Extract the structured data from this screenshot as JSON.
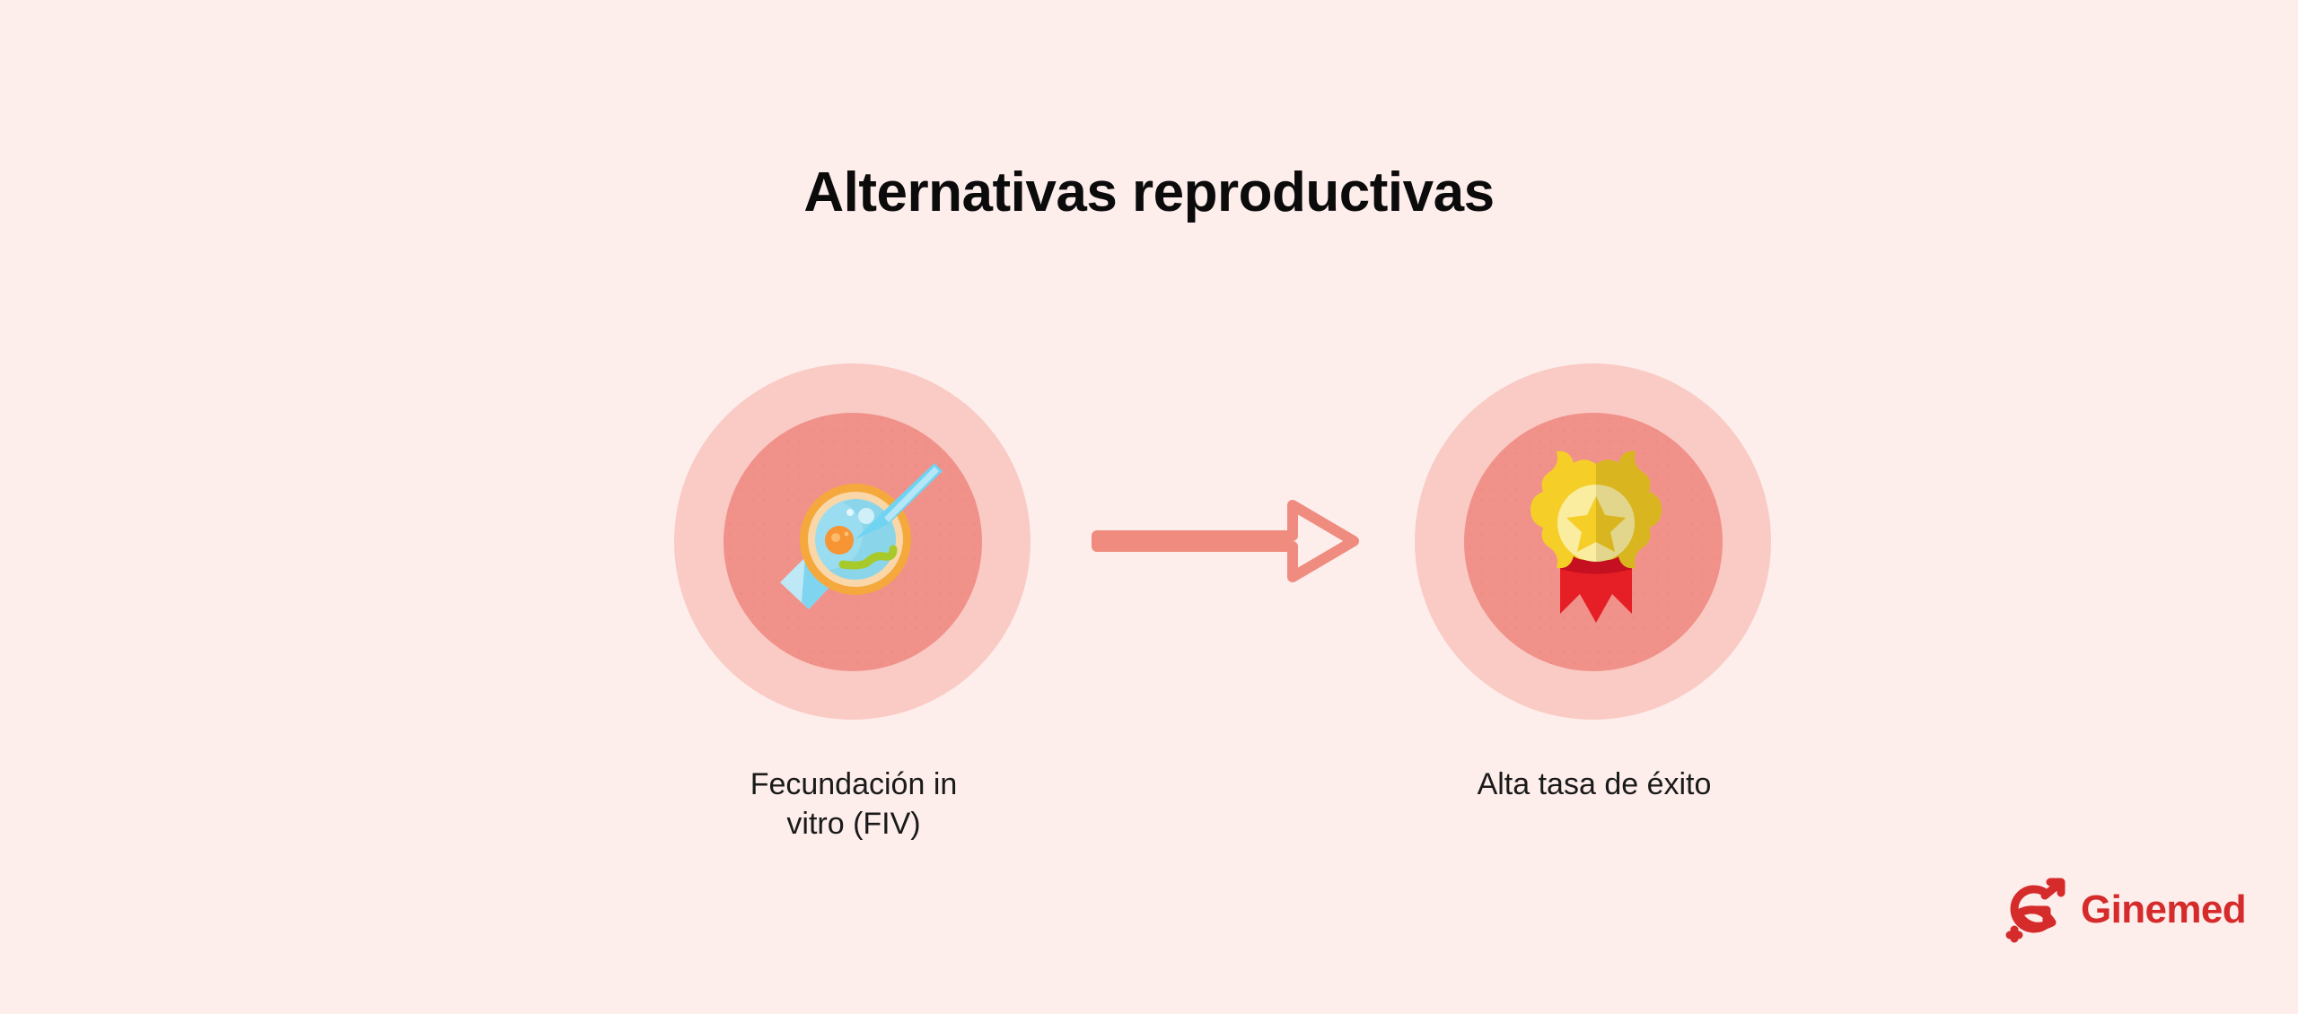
{
  "slide": {
    "title": "Alternativas reproductivas",
    "background_color": "#FDEEEC"
  },
  "theme": {
    "title_color": "#0B0B0B",
    "label_color": "#1A1A1A",
    "circle_outer_color": "#FACBC5",
    "circle_inner_color": "#F0928A",
    "arrow_color": "#EF8C7F",
    "brand_color": "#D52B2B"
  },
  "steps": [
    {
      "label_line1": "Fecundación in",
      "label_line2": "vitro (FIV)",
      "icon": "ivf-icsi-icon",
      "icon_colors": {
        "ovum_ring": "#F5A93C",
        "ovum_ring_inner": "#FAD7A8",
        "cytoplasm": "#9ADCF0",
        "cytoplasm_shade": "#7FCFE8",
        "nucleus": "#F79434",
        "sperm": "#A8C92A",
        "needle": "#6FD3F2",
        "needle_light": "#B4E6F7",
        "pipette": "#7FD4F0",
        "pipette_light": "#BFE8F7"
      }
    },
    {
      "label_line1": "Alta tasa de éxito",
      "label_line2": "",
      "icon": "award-medal-icon",
      "icon_colors": {
        "rosette_light": "#F5CE28",
        "rosette_dark": "#D9B520",
        "medal_face": "#FAEDA0",
        "medal_face_shade": "#D8CE84",
        "star_light": "#F5CE28",
        "star_dark": "#D9B520",
        "ribbon": "#E51F25",
        "ribbon_dark": "#C41020"
      }
    }
  ],
  "arrow": {
    "direction": "right",
    "style": "outlined",
    "color": "#EF8C7F"
  },
  "logo": {
    "name": "Ginemed",
    "color": "#D52B2B"
  }
}
